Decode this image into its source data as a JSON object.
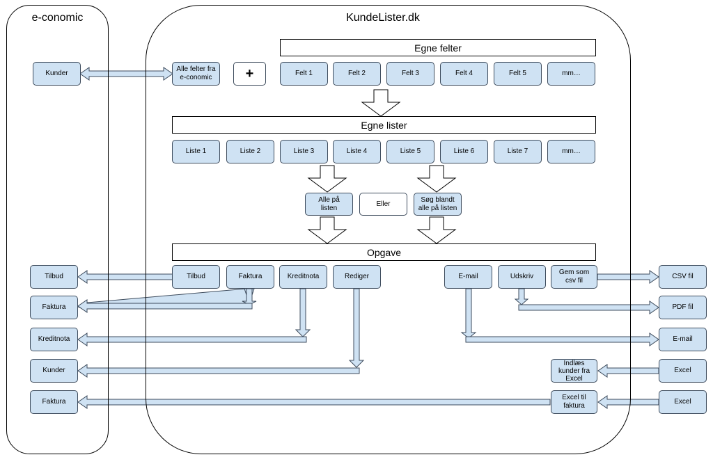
{
  "economic": {
    "title": "e-conomic",
    "kunder": "Kunder",
    "outputs": {
      "tilbud": "Tilbud",
      "faktura": "Faktura",
      "kreditnota": "Kreditnota",
      "kunder": "Kunder",
      "faktura2": "Faktura"
    }
  },
  "kundelister": {
    "title": "KundeLister.dk",
    "egne_felter": "Egne felter",
    "alle_felter": "Alle felter fra\ne-conomic",
    "plus": "+",
    "felter": [
      "Felt 1",
      "Felt 2",
      "Felt 3",
      "Felt 4",
      "Felt 5",
      "mm…"
    ],
    "egne_lister": "Egne lister",
    "lister": [
      "Liste 1",
      "Liste 2",
      "Liste 3",
      "Liste 4",
      "Liste 5",
      "Liste 6",
      "Liste 7",
      "mm…"
    ],
    "alle_paa_listen": "Alle på\nlisten",
    "eller": "Eller",
    "soeg_blandt": "Søg blandt\nalle på listen",
    "opgave": "Opgave",
    "tasks": {
      "tilbud": "Tilbud",
      "faktura": "Faktura",
      "kreditnota": "Kreditnota",
      "rediger": "Rediger",
      "email": "E-mail",
      "udskriv": "Udskriv",
      "gem_csv": "Gem som\ncsv fil"
    },
    "indlaes": "Indlæs\nkunder fra\nExcel",
    "excel_faktura": "Excel til\nfaktura"
  },
  "external": {
    "csv": "CSV fil",
    "pdf": "PDF fil",
    "email": "E-mail",
    "excel1": "Excel",
    "excel2": "Excel"
  },
  "colors": {
    "box_fill": "#cfe2f3",
    "box_border": "#3d4b5c"
  }
}
